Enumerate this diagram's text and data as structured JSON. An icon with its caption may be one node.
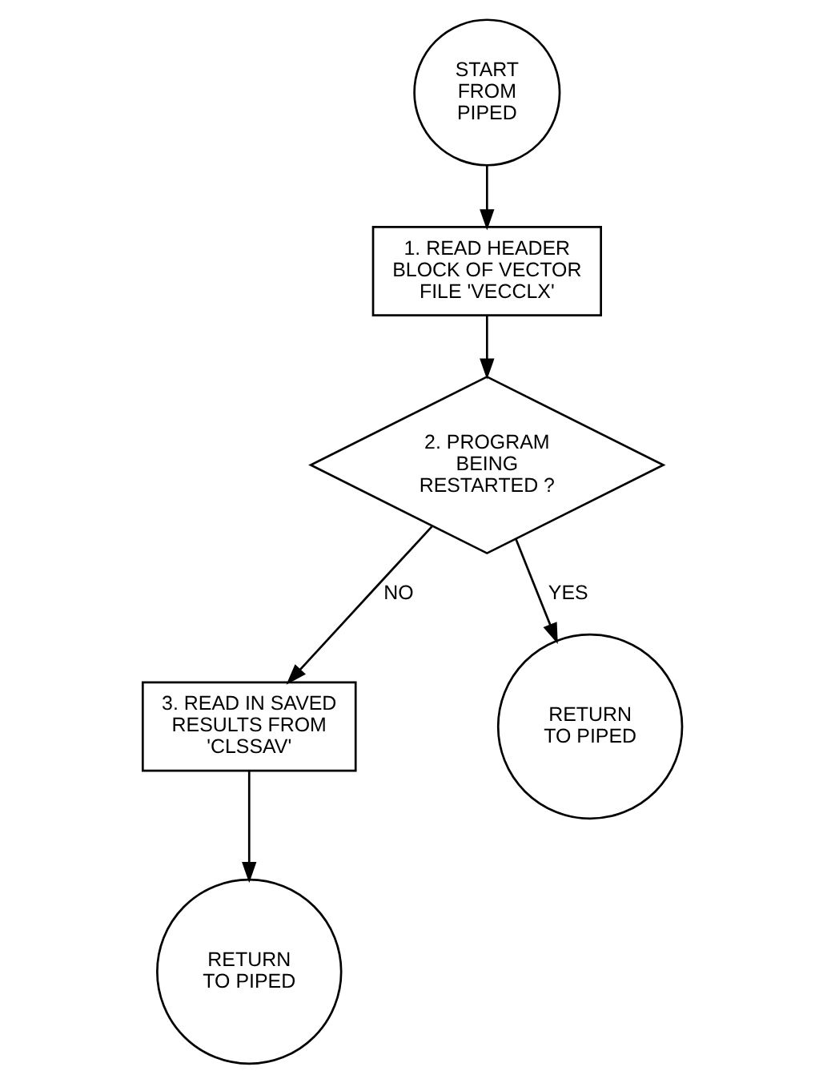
{
  "diagram": {
    "nodes": [
      {
        "text": [
          "START FROM PIPED"
        ]
      },
      {
        "text": [
          "1. READ HEADER BLOCK OF VECTOR FILE 'VECCLX'"
        ]
      },
      {
        "text": [
          "2. PROGRAM BEING RESTARTED ?"
        ]
      },
      {
        "text": [
          "3. READ IN SAVED RESULTS FROM 'CLSSAV'"
        ]
      },
      {
        "text": [
          "RETURN TO PIPED"
        ]
      },
      {
        "text": [
          "RETURN TO PIPED"
        ]
      }
    ],
    "edges": [
      {
        "from": 0,
        "to": 1,
        "arrow": "to"
      },
      {
        "from": 1,
        "to": 2,
        "arrow": "to"
      },
      {
        "from": 2,
        "to": 5,
        "arrow": "to",
        "label": "YES"
      },
      {
        "from": 2,
        "to": 3,
        "arrow": "to",
        "label": "NO"
      },
      {
        "from": 3,
        "to": 4,
        "arrow": "to"
      }
    ]
  }
}
